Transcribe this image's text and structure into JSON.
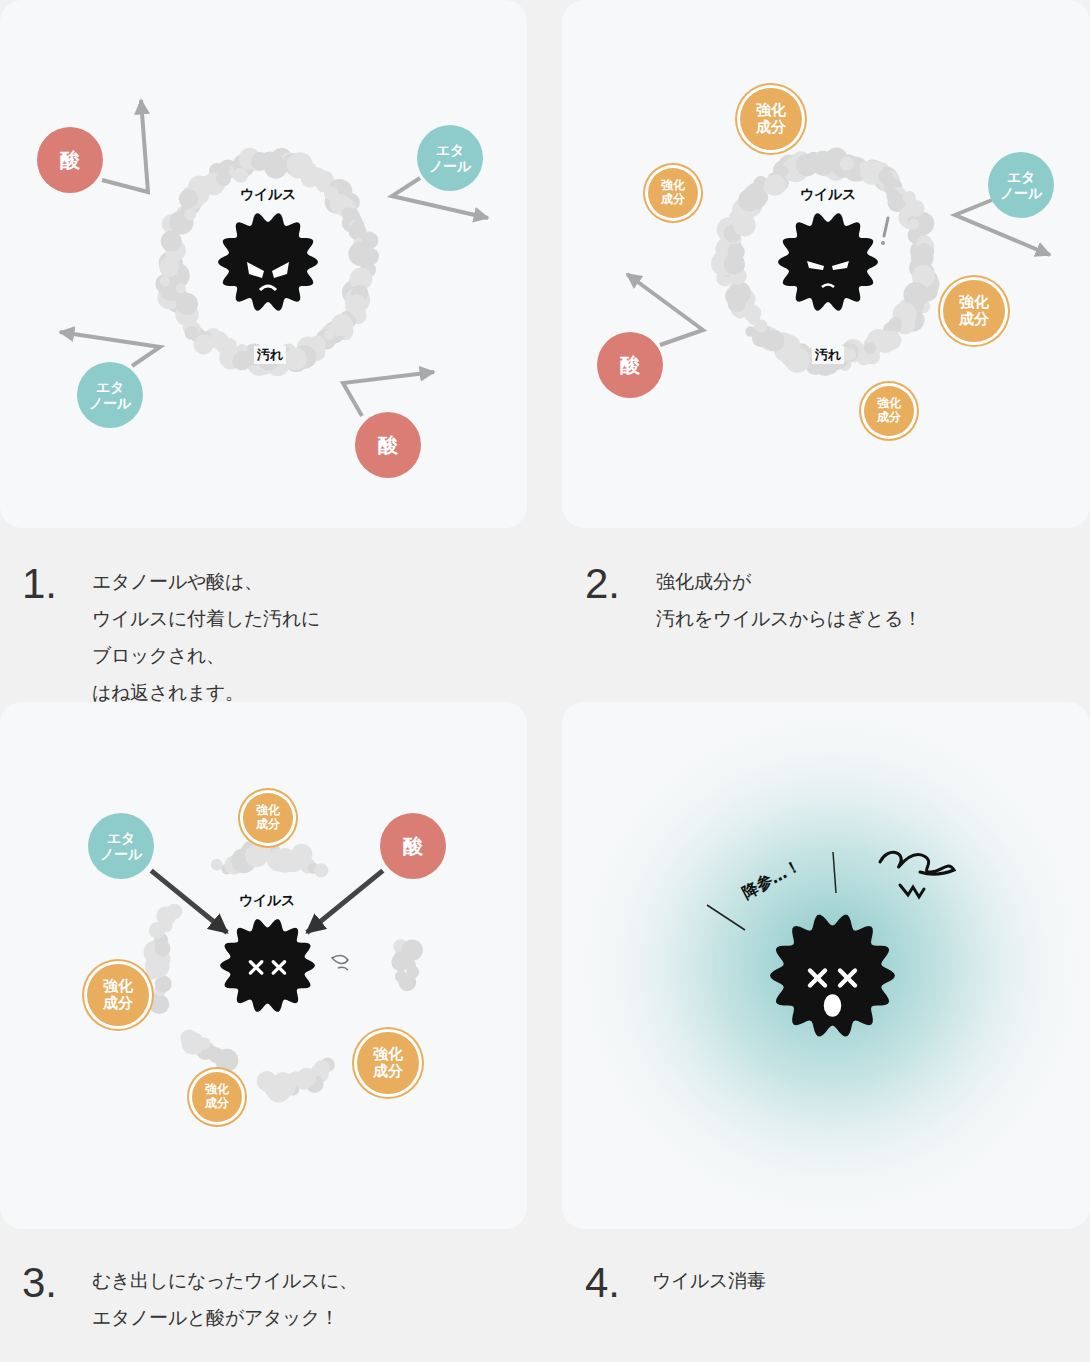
{
  "diagram": {
    "nodes": [
      {
        "text": [
          "酸"
        ]
      },
      {
        "text": [
          "エタ ノール"
        ]
      },
      {
        "text": [
          "ウイルス"
        ]
      },
      {
        "text": [
          "エタ ノール"
        ]
      },
      {
        "text": [
          "酸"
        ]
      },
      {
        "text": [
          "強化 成分"
        ]
      },
      {
        "text": [
          "強化 成分"
        ]
      },
      {
        "text": [
          "ウイルス"
        ]
      },
      {
        "text": [
          "エタ ノール"
        ]
      },
      {
        "text": [
          "酸"
        ]
      },
      {
        "text": [
          "強化 成分"
        ]
      },
      {
        "text": [
          "強化 成分"
        ]
      },
      {
        "text": [
          "強化 成分"
        ]
      },
      {
        "text": [
          "エタ ノール"
        ]
      },
      {
        "text": [
          "酸"
        ]
      },
      {
        "text": [
          "ウイルス"
        ]
      },
      {
        "text": [
          "強化 成分"
        ]
      },
      {
        "text": [
          "強化 成分"
        ]
      },
      {
        "text": [
          "強化 成分"
        ]
      }
    ],
    "edges": [
      {
        "from": 13,
        "to": 15,
        "arrow": "to"
      },
      {
        "from": 14,
        "to": 15,
        "arrow": "to"
      }
    ],
    "labels": [
      "汚れ",
      "汚れ",
      "降参…！",
      "1.",
      "エタノールや酸は、 ウイルスに付着した汚れに ブロックされ、はね返されます。",
      "2.",
      "強化成分が 汚れをウイルスからはぎとる！",
      "3.",
      "むき出しになったウイルスに、 エタノールと酸がアタック！",
      "4.",
      "ウイルス消毒"
    ]
  }
}
